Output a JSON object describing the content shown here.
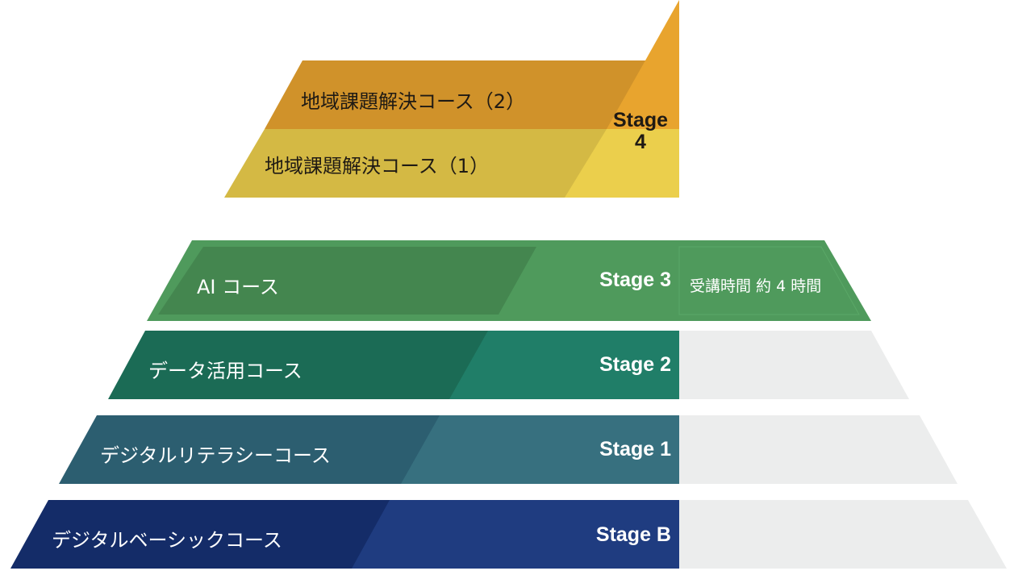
{
  "levels": [
    {
      "stage": "Stage 4",
      "courses": [
        "地域課題解決コース（2）",
        "地域課題解決コース（1）"
      ],
      "colors": {
        "dark_top": "#d0922a",
        "light_top": "#e8a42e",
        "dark_bottom": "#d4b944",
        "light_bottom": "#ebcf4c"
      }
    },
    {
      "stage": "Stage 3",
      "course": "AI コース",
      "duration": "受講時間 約 4 時間",
      "colors": {
        "dark": "#44864f",
        "light": "#4f9a5c"
      }
    },
    {
      "stage": "Stage 2",
      "course": "データ活用コース",
      "colors": {
        "dark": "#1b6b55",
        "light": "#207e68"
      }
    },
    {
      "stage": "Stage 1",
      "course": "デジタルリテラシーコース",
      "colors": {
        "dark": "#2c5e70",
        "light": "#37707f"
      }
    },
    {
      "stage": "Stage B",
      "course": "デジタルベーシックコース",
      "colors": {
        "dark": "#142c68",
        "light": "#1f3c80"
      }
    }
  ],
  "panel_color": "#eceded"
}
